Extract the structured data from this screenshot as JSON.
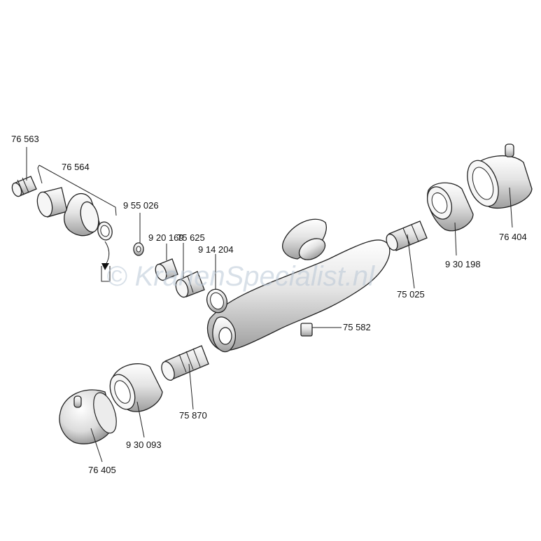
{
  "watermark": "© KranenSpecialist.nl",
  "parts": [
    {
      "id": "p76563",
      "number": "76 563"
    },
    {
      "id": "p76564",
      "number": "76 564"
    },
    {
      "id": "p955026",
      "number": "9 55 026"
    },
    {
      "id": "p920169",
      "number": "9 20 169"
    },
    {
      "id": "p75625",
      "number": "75 625"
    },
    {
      "id": "p914204",
      "number": "9 14 204"
    },
    {
      "id": "p75025",
      "number": "75 025"
    },
    {
      "id": "p930198",
      "number": "9 30 198"
    },
    {
      "id": "p76404",
      "number": "76 404"
    },
    {
      "id": "p75582",
      "number": "75 582"
    },
    {
      "id": "p75870",
      "number": "75 870"
    },
    {
      "id": "p930093",
      "number": "9 30 093"
    },
    {
      "id": "p76405",
      "number": "76 405"
    }
  ]
}
